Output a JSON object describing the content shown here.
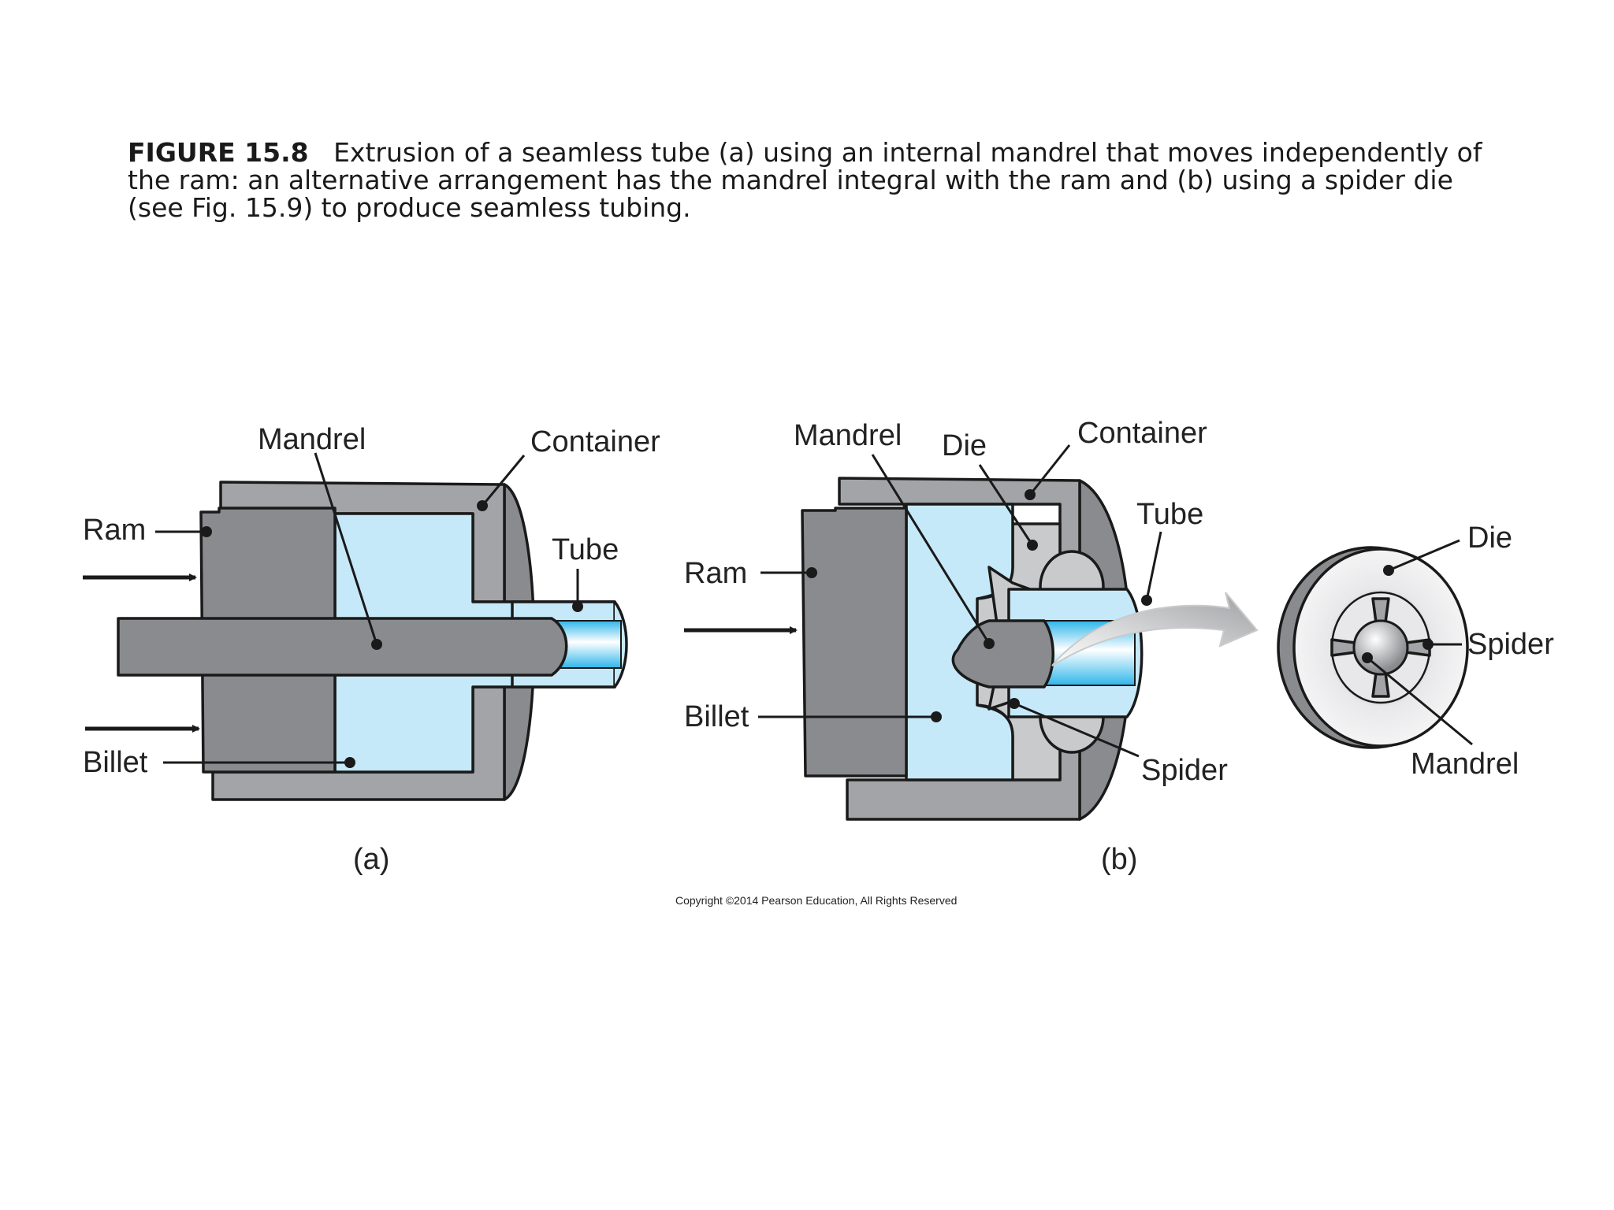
{
  "caption": {
    "figure_label": "FIGURE 15.8",
    "text": "Extrusion of a seamless tube (a) using an internal mandrel that moves independently of the ram: an alternative arrangement has the mandrel integral with the ram and (b) using a spider die (see Fig. 15.9) to produce seamless tubing."
  },
  "diagram_a": {
    "labels": {
      "mandrel": "Mandrel",
      "container": "Container",
      "ram": "Ram",
      "tube": "Tube",
      "billet": "Billet"
    },
    "sublabel": "(a)"
  },
  "diagram_b": {
    "labels": {
      "mandrel": "Mandrel",
      "die": "Die",
      "container": "Container",
      "tube": "Tube",
      "ram": "Ram",
      "billet": "Billet",
      "spider": "Spider"
    },
    "sublabel": "(b)"
  },
  "detail_view": {
    "labels": {
      "die": "Die",
      "spider": "Spider",
      "mandrel": "Mandrel"
    }
  },
  "copyright": "Copyright ©2014 Pearson Education, All Rights Reserved",
  "colors": {
    "billet": "#c6e9f9",
    "steel_dark": "#8a8b8e",
    "steel_mid": "#a3a4a7",
    "steel_light": "#c9cacc",
    "tube_blue": "#2fb6ea"
  }
}
